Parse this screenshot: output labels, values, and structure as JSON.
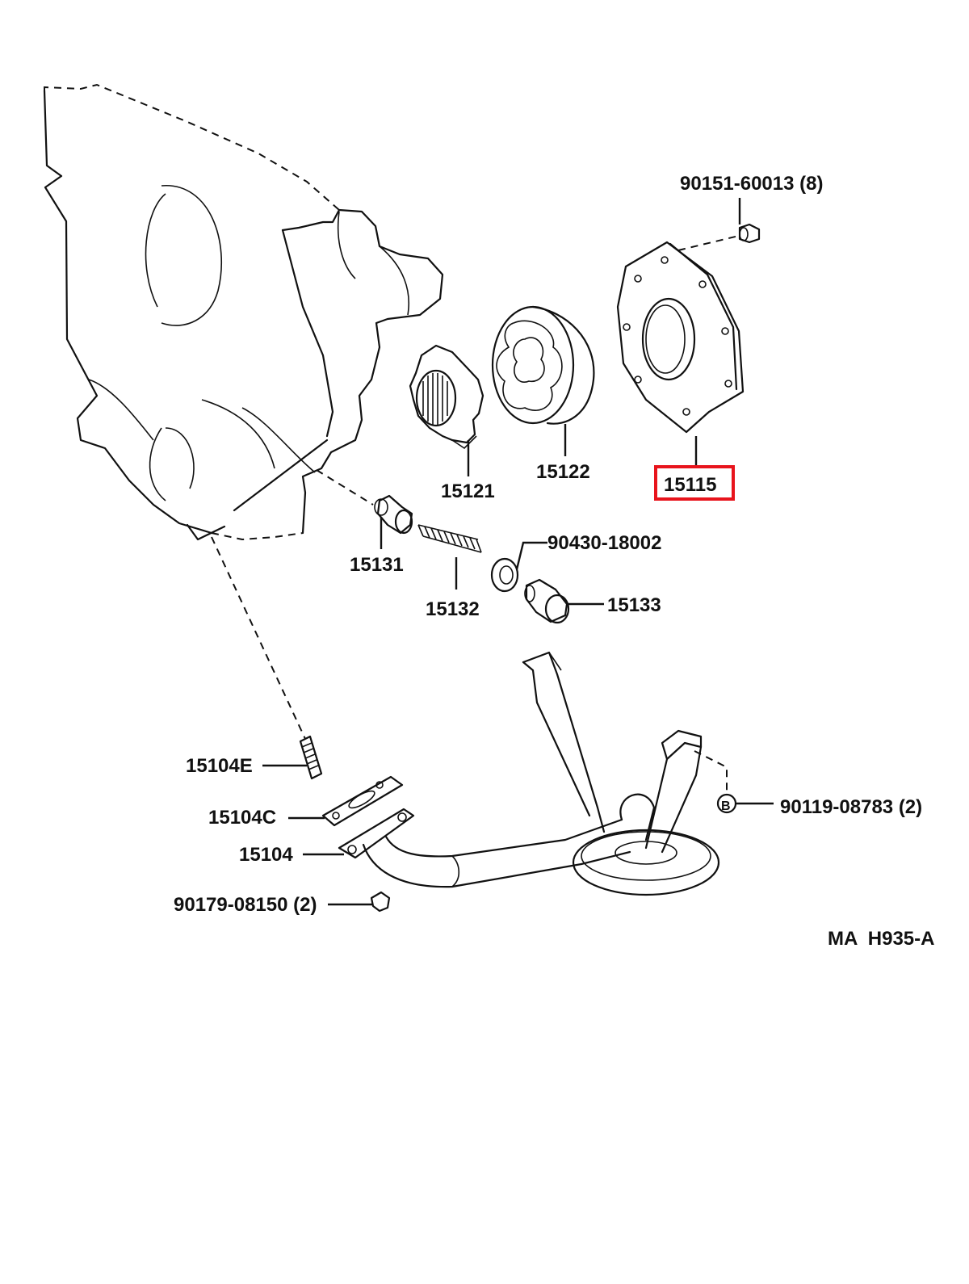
{
  "parts": {
    "p90151": "90151-60013 (8)",
    "p15115": "15115",
    "p15121": "15121",
    "p15122": "15122",
    "p15131": "15131",
    "p15132": "15132",
    "p90430": "90430-18002",
    "p15133": "15133",
    "p15104E": "15104E",
    "p15104C": "15104C",
    "p15104": "15104",
    "p90179": "90179-08150 (2)",
    "p90119": "90119-08783 (2)",
    "b_marker": "B"
  },
  "diagram_code": "MA  H935-A",
  "highlight_color": "#e8141c"
}
